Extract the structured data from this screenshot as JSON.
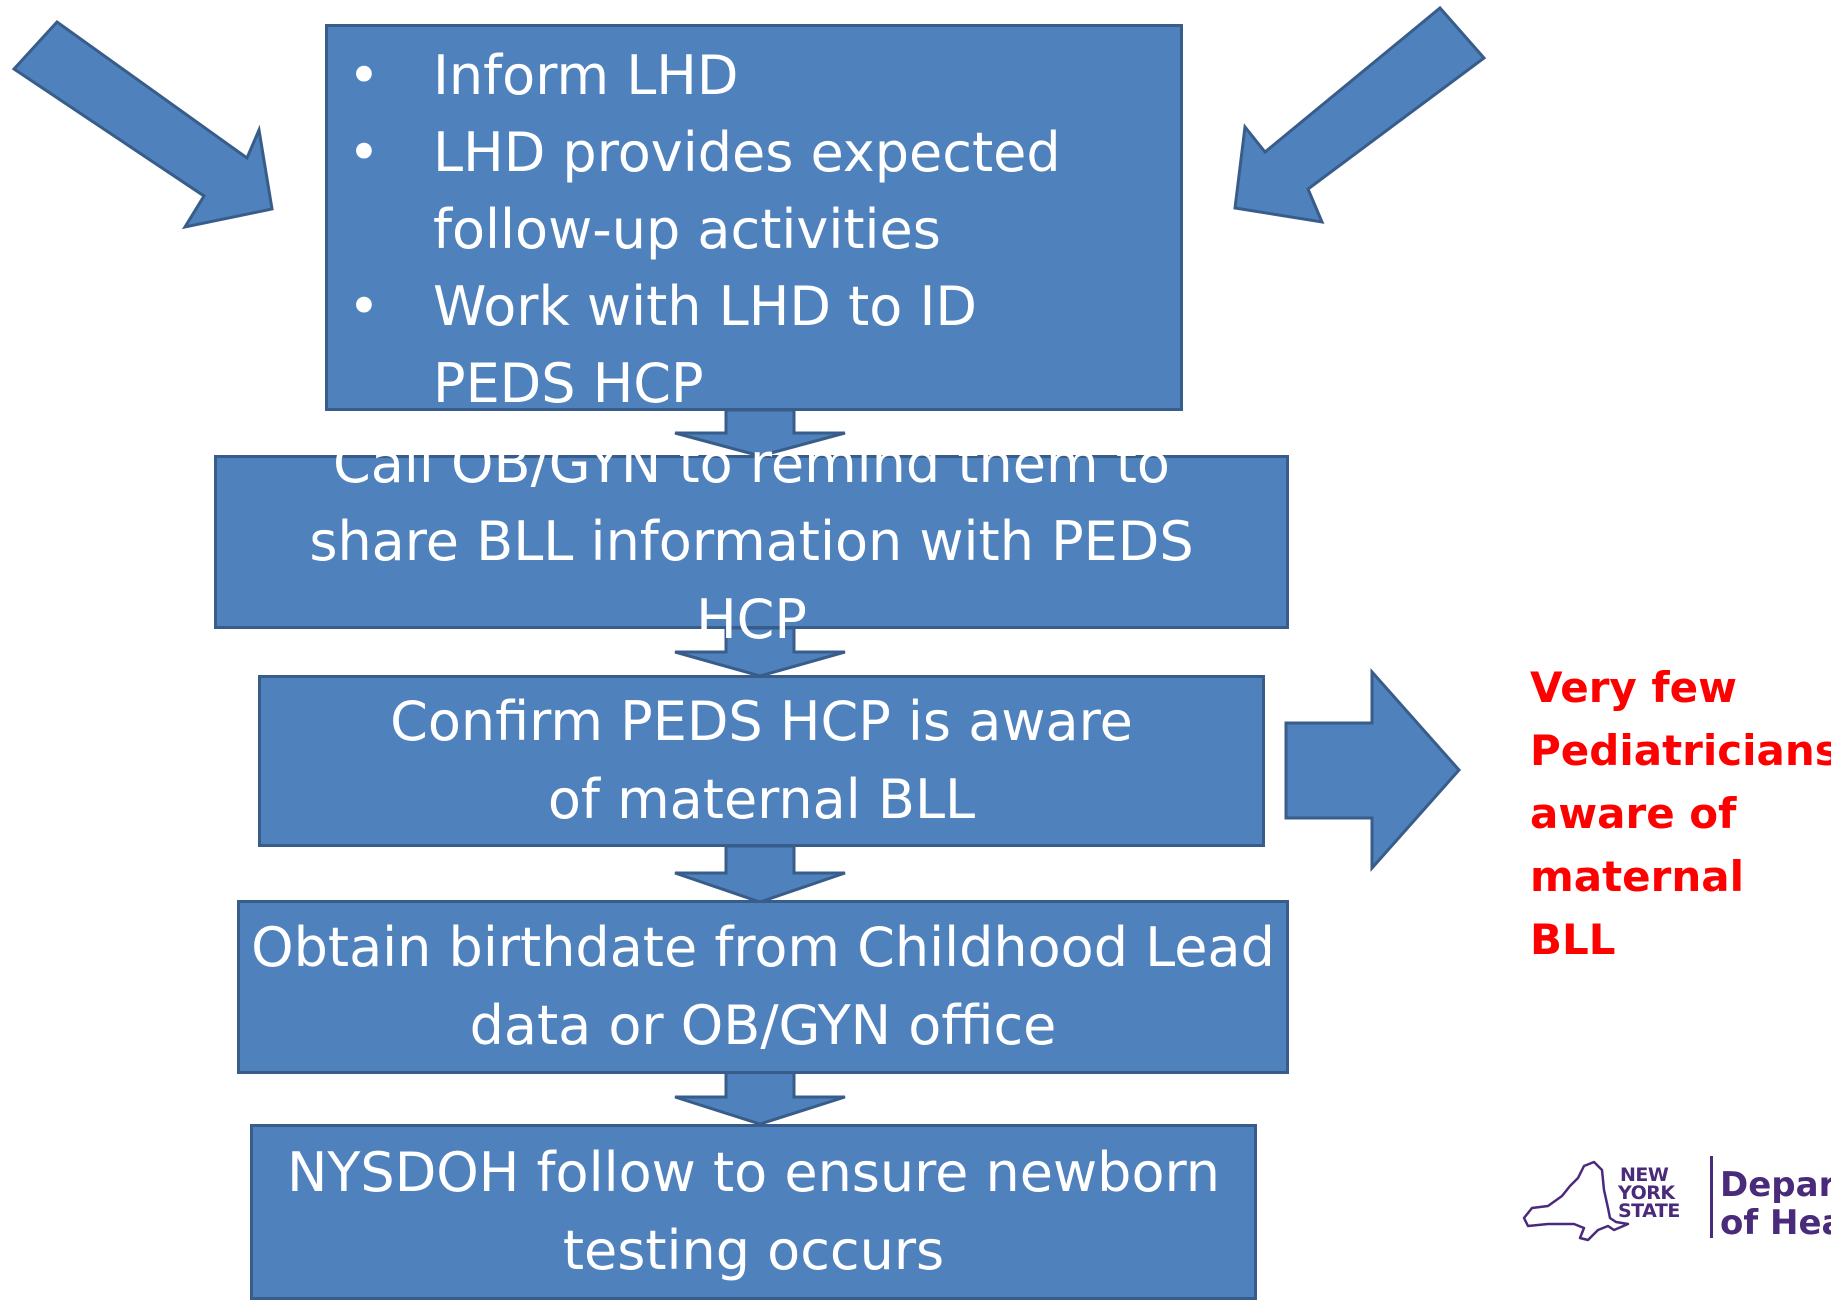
{
  "top_box": {
    "bullet": "•",
    "items": [
      "Inform LHD",
      "LHD provides expected follow-up activities",
      "Work with LHD to ID PEDS HCP"
    ]
  },
  "steps": [
    "Call OB/GYN to remind them to share BLL information with PEDS HCP",
    "Confirm PEDS HCP is aware of maternal BLL",
    "Obtain birthdate from Childhood Lead data or OB/GYN office",
    "NYSDOH follow to ensure newborn testing occurs"
  ],
  "side_note": "Very few Pediatricians aware of maternal BLL",
  "logo": {
    "state_line1": "NEW",
    "state_line2": "YORK",
    "state_line3": "STATE",
    "dept_line1": "Department",
    "dept_line2": "of Health"
  },
  "colors": {
    "box_fill": "#4f81bd",
    "box_border": "#385d8a",
    "note_text": "#ff0000",
    "logo": "#4a2a7a"
  }
}
